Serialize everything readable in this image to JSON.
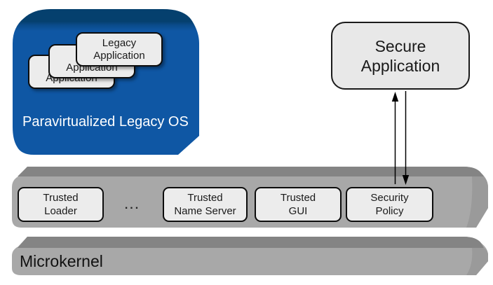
{
  "diagram": {
    "legacy_os": {
      "label": "Paravirtualized Legacy OS",
      "fill_color": "#0F57A4",
      "bevel_color": "#05406E",
      "apps": [
        {
          "label": "Legacy\nApplication"
        },
        {
          "label": "Legacy\nApplication"
        },
        {
          "label": "Legacy\nApplication"
        }
      ]
    },
    "secure_app": {
      "label": "Secure\nApplication"
    },
    "services": {
      "bar_color": "#A8A8A8",
      "bevel_color": "#848484",
      "box_fill": "#ECECEC",
      "ellipsis": "...",
      "boxes": [
        {
          "label": "Trusted\nLoader"
        },
        {
          "label": "Trusted\nName Server"
        },
        {
          "label": "Trusted\nGUI"
        },
        {
          "label": "Security\nPolicy"
        }
      ]
    },
    "microkernel": {
      "label": "Microkernel"
    }
  }
}
